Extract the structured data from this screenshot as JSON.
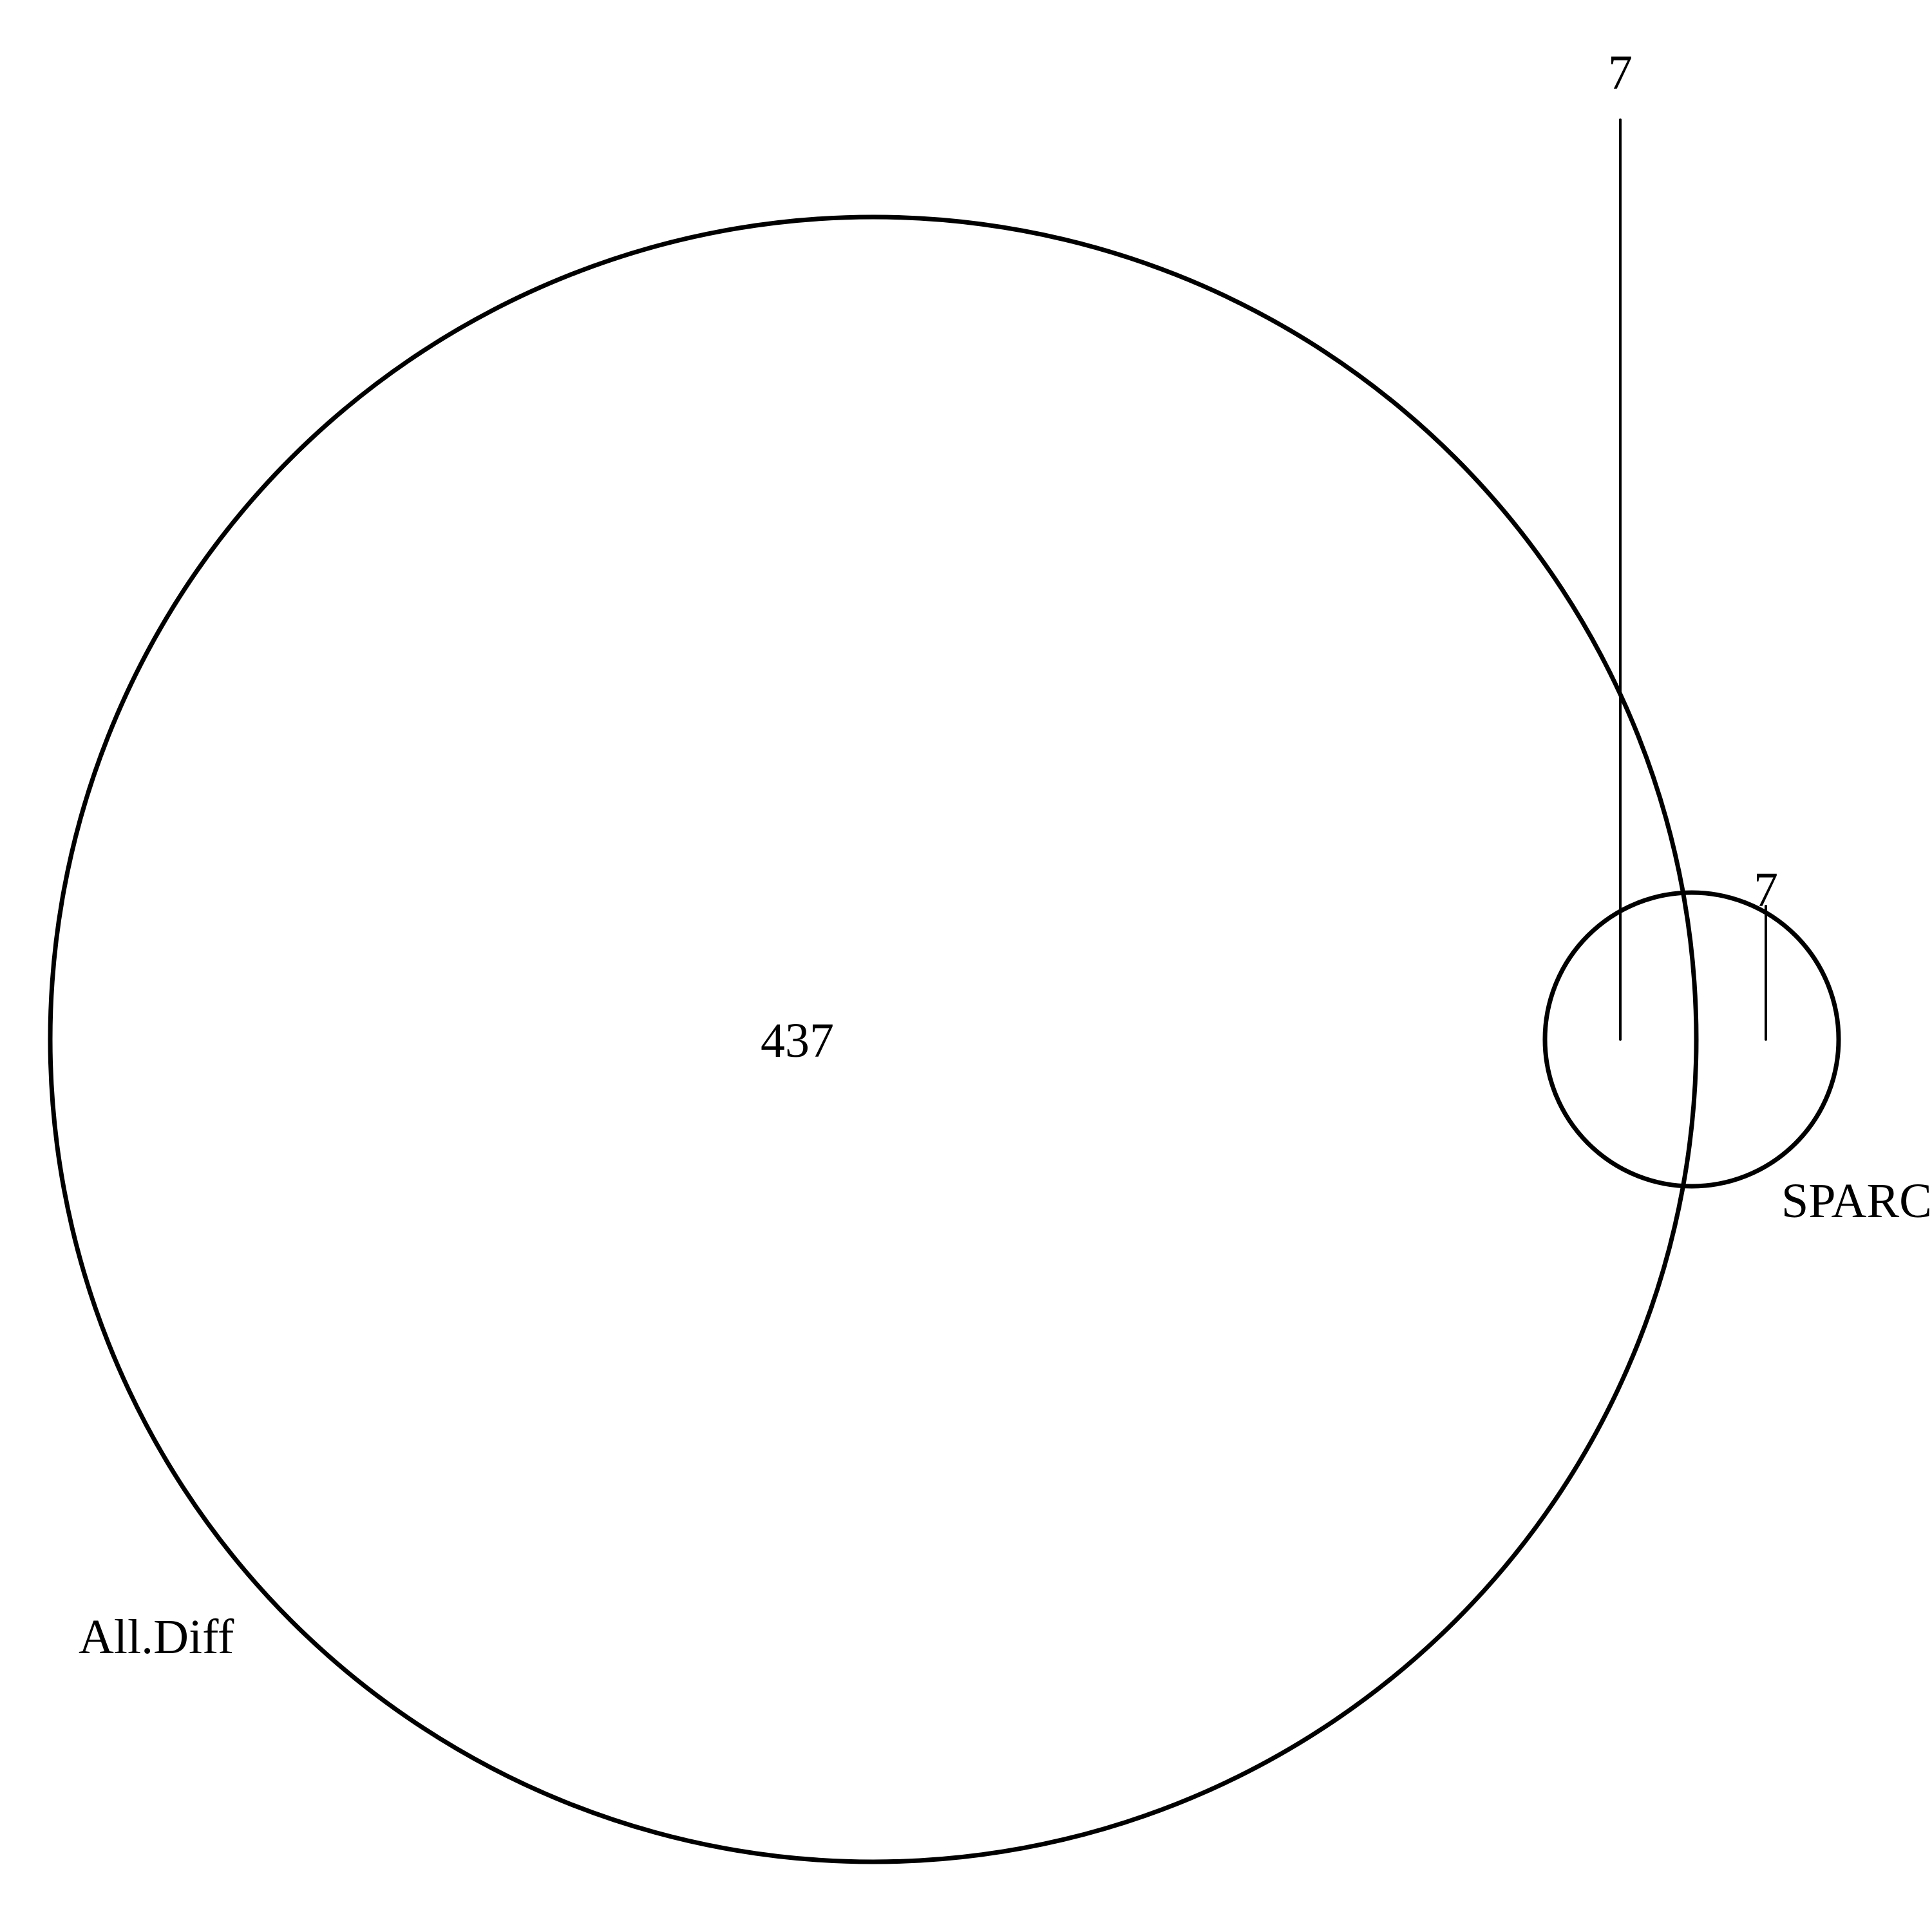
{
  "venn": {
    "sets": [
      {
        "name": "All.Diff"
      },
      {
        "name": "SPARC"
      }
    ],
    "regions": {
      "all_diff_only": "437",
      "intersection": "7",
      "sparc_only": "7"
    },
    "colors": {
      "stroke": "#000000",
      "text": "#000000",
      "background": "#ffffff"
    }
  }
}
